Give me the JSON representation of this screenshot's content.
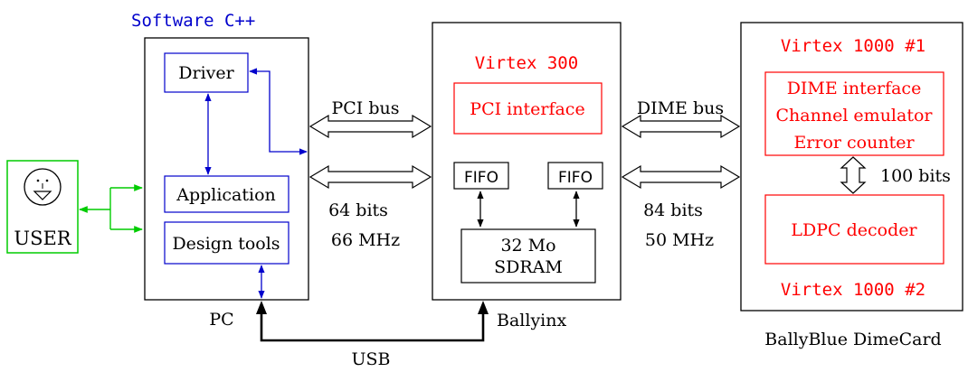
{
  "colors": {
    "black": "#000000",
    "blue": "#0000cc",
    "red": "#ff0000",
    "green": "#00cc00",
    "white": "#ffffff"
  },
  "user": {
    "label": "USER",
    "icon": "smiley-face-icon"
  },
  "pc": {
    "title": "Software C++",
    "caption": "PC",
    "driver": "Driver",
    "application": "Application",
    "design_tools": "Design tools"
  },
  "pci": {
    "bus": "PCI bus",
    "width": "64 bits",
    "freq": "66 MHz"
  },
  "ballyinx": {
    "title": "Virtex 300",
    "caption": "Ballyinx",
    "pci_interface": "PCI interface",
    "fifo_left": "FIFO",
    "fifo_right": "FIFO",
    "sdram_line1": "32 Mo",
    "sdram_line2": "SDRAM"
  },
  "dime": {
    "bus": "DIME bus",
    "width": "84 bits",
    "freq": "50 MHz"
  },
  "dimecard": {
    "title_top": "Virtex 1000 #1",
    "title_bottom": "Virtex 1000 #2",
    "caption": "BallyBlue DimeCard",
    "dime_interface": "DIME interface",
    "channel_emulator": "Channel emulator",
    "error_counter": "Error counter",
    "link_width": "100 bits",
    "ldpc_decoder": "LDPC decoder"
  },
  "usb": {
    "label": "USB"
  }
}
